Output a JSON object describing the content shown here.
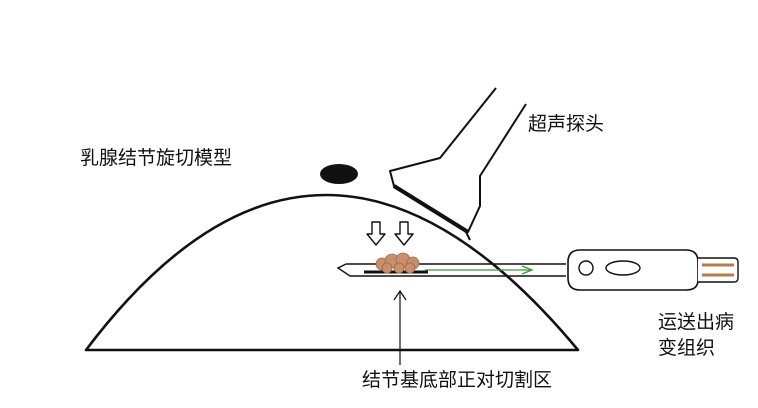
{
  "labels": {
    "model": "乳腺结节旋切模型",
    "probe": "超声探头",
    "transport_line1": "运送出病",
    "transport_line2": "变组织",
    "base": "结节基底部正对切割区"
  },
  "colors": {
    "ink": "#111111",
    "nodule": "#c98e6a",
    "nodule_outline": "#a06a48",
    "tissue_flow": "#3a9a3a",
    "handle_stripes": "#b87c4a",
    "background": "#ffffff"
  },
  "icons": {
    "lesion": "black-ellipse",
    "down_arrows": "hollow-down-arrow",
    "pointer": "up-arrow"
  }
}
